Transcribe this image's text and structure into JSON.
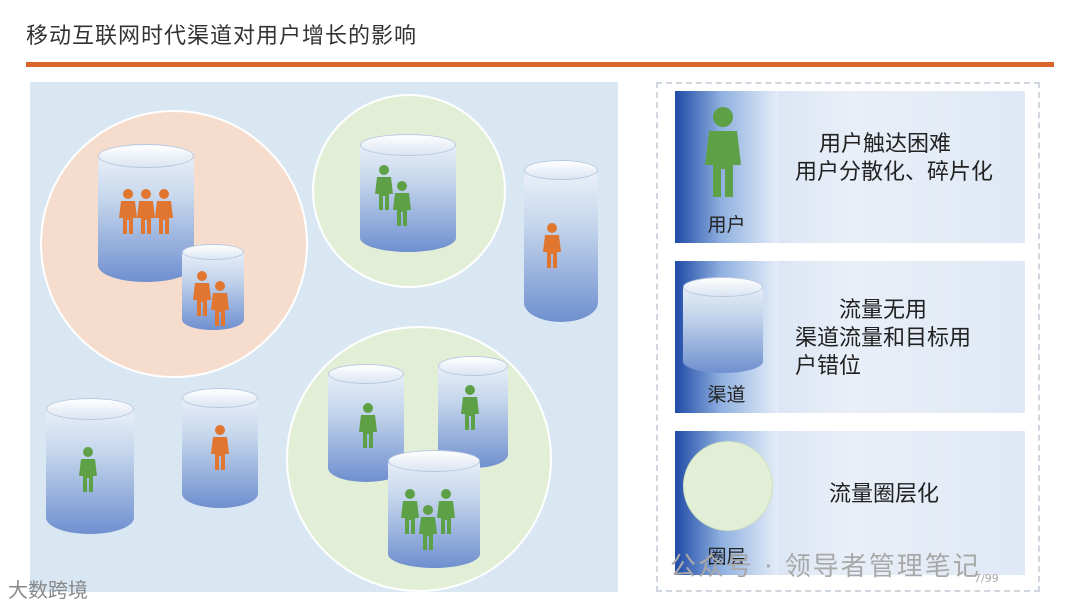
{
  "title": "移动互联网时代渠道对用户增长的影响",
  "legend": [
    {
      "label": "用户",
      "lines": [
        "用户触达困难",
        "用户分散化、碎片化"
      ]
    },
    {
      "label": "渠道",
      "lines": [
        "流量无用",
        "渠道流量和目标用",
        "户错位"
      ]
    },
    {
      "label": "圈层",
      "lines": [
        "流量圈层化"
      ]
    }
  ],
  "footer": {
    "brand": "大数跨境",
    "watermark": "公众号 · 领导者管理笔记",
    "page": "7/99"
  },
  "colors": {
    "accent": "#d9652a",
    "person_orange": "#e0762f",
    "person_green": "#5ea046",
    "circle_peach": "#f6dccd",
    "circle_green": "#e3eed7"
  }
}
